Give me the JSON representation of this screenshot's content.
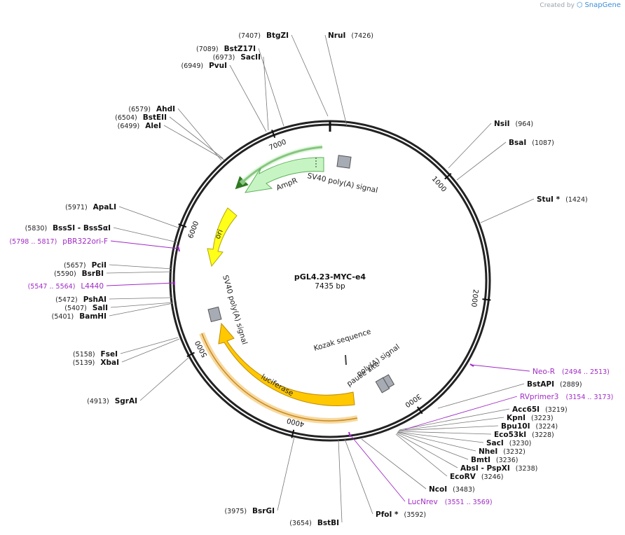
{
  "credit": {
    "prefix": "Created by",
    "brand": "SnapGene"
  },
  "plasmid": {
    "name": "pGL4.23-MYC-e4",
    "size_label": "7435 bp",
    "length": 7435
  },
  "ticks": [
    {
      "pos": 1000,
      "label": "1000"
    },
    {
      "pos": 2000,
      "label": "2000"
    },
    {
      "pos": 3000,
      "label": "3000"
    },
    {
      "pos": 4000,
      "label": "4000"
    },
    {
      "pos": 5000,
      "label": "5000"
    },
    {
      "pos": 6000,
      "label": "6000"
    },
    {
      "pos": 7000,
      "label": "7000"
    }
  ],
  "features": [
    {
      "name": "SV40 poly(A) signal",
      "kind": "polyA",
      "start": 7280,
      "end": 7400
    },
    {
      "name": "AmpR",
      "kind": "cds",
      "start": 6155,
      "end": 7010,
      "color": "#c6f5c3"
    },
    {
      "name": "ori",
      "kind": "cds",
      "start": 5400,
      "end": 5985,
      "color": "#ffff1a"
    },
    {
      "name": "SV40 poly(A) signal",
      "kind": "polyA",
      "start": 5150,
      "end": 5270
    },
    {
      "name": "luciferase",
      "kind": "cds",
      "start": 3260,
      "end": 4920,
      "color": "#ffc800"
    },
    {
      "name": "Kozak sequence",
      "kind": "marker",
      "pos": 3250
    },
    {
      "name": "poly(A) signal",
      "kind": "polyA",
      "start": 2915,
      "end": 3000
    },
    {
      "name": "pause site",
      "kind": "polyA",
      "start": 2895,
      "end": 2975
    }
  ],
  "sites": [
    {
      "name": "NruI",
      "pos": "7426",
      "side": "right"
    },
    {
      "name": "BtgZI",
      "pos": "7407",
      "side": "left"
    },
    {
      "name": "BstZ17I",
      "pos": "7089",
      "side": "left"
    },
    {
      "name": "SacII",
      "pos": "6973",
      "side": "left"
    },
    {
      "name": "PvuI",
      "pos": "6949",
      "side": "left"
    },
    {
      "name": "AhdI",
      "pos": "6579",
      "side": "left"
    },
    {
      "name": "BstEII",
      "pos": "6504",
      "side": "left"
    },
    {
      "name": "AleI",
      "pos": "6499",
      "side": "left"
    },
    {
      "name": "ApaLI",
      "pos": "5971",
      "side": "left"
    },
    {
      "name": "BssSI - BssSαI",
      "pos": "5830",
      "side": "left"
    },
    {
      "name": "PciI",
      "pos": "5657",
      "side": "left"
    },
    {
      "name": "BsrBI",
      "pos": "5590",
      "side": "left"
    },
    {
      "name": "PshAI",
      "pos": "5472",
      "side": "left"
    },
    {
      "name": "SalI",
      "pos": "5407",
      "side": "left"
    },
    {
      "name": "BamHI",
      "pos": "5401",
      "side": "left"
    },
    {
      "name": "FseI",
      "pos": "5158",
      "side": "left"
    },
    {
      "name": "XbaI",
      "pos": "5139",
      "side": "left"
    },
    {
      "name": "SgrAI",
      "pos": "4913",
      "side": "left"
    },
    {
      "name": "BsrGI",
      "pos": "3975",
      "side": "left"
    },
    {
      "name": "BstBI",
      "pos": "3654",
      "side": "left"
    },
    {
      "name": "PfoI *",
      "pos": "3592",
      "side": "right"
    },
    {
      "name": "NcoI",
      "pos": "3483",
      "side": "right"
    },
    {
      "name": "EcoRV",
      "pos": "3246",
      "side": "right"
    },
    {
      "name": "AbsI - PspXI",
      "pos": "3238",
      "side": "right"
    },
    {
      "name": "BmtI",
      "pos": "3236",
      "side": "right"
    },
    {
      "name": "NheI",
      "pos": "3232",
      "side": "right"
    },
    {
      "name": "SacI",
      "pos": "3230",
      "side": "right"
    },
    {
      "name": "Eco53kI",
      "pos": "3228",
      "side": "right"
    },
    {
      "name": "Bpu10I",
      "pos": "3224",
      "side": "right"
    },
    {
      "name": "KpnI",
      "pos": "3223",
      "side": "right"
    },
    {
      "name": "Acc65I",
      "pos": "3219",
      "side": "right"
    },
    {
      "name": "BstAPI",
      "pos": "2889",
      "side": "right"
    },
    {
      "name": "StuI *",
      "pos": "1424",
      "side": "right"
    },
    {
      "name": "BsaI",
      "pos": "1087",
      "side": "right"
    },
    {
      "name": "NsiI",
      "pos": "964",
      "side": "right"
    }
  ],
  "primers": [
    {
      "name": "pBR322ori-F",
      "range": "(5798 .. 5817)",
      "side": "left"
    },
    {
      "name": "L4440",
      "range": "(5547 .. 5564)",
      "side": "left"
    },
    {
      "name": "Neo-R",
      "range": "(2494 .. 2513)",
      "side": "right"
    },
    {
      "name": "RVprimer3",
      "range": "(3154 .. 3173)",
      "side": "right"
    },
    {
      "name": "LucNrev",
      "range": "(3551 .. 3569)",
      "side": "right"
    }
  ]
}
